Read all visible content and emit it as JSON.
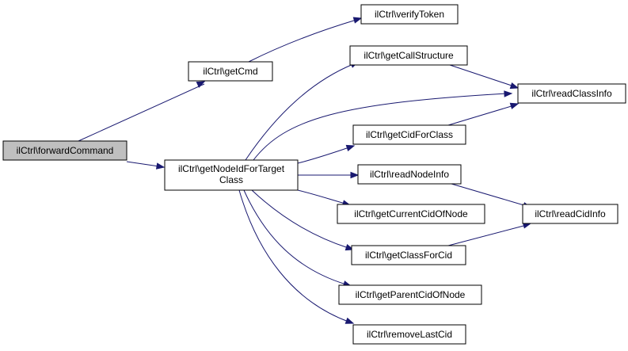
{
  "colors": {
    "edge": "#191970",
    "root_fill": "#bfbfbf",
    "node_fill": "#ffffff",
    "node_border": "#000000"
  },
  "nodes": {
    "forwardCommand": {
      "lines": [
        "ilCtrl\\forwardCommand"
      ],
      "highlighted": true
    },
    "getCmd": {
      "lines": [
        "ilCtrl\\getCmd"
      ]
    },
    "verifyToken": {
      "lines": [
        "ilCtrl\\verifyToken"
      ]
    },
    "getNodeIdForTargetClass": {
      "lines": [
        "ilCtrl\\getNodeIdForTarget",
        "Class"
      ]
    },
    "getCallStructure": {
      "lines": [
        "ilCtrl\\getCallStructure"
      ]
    },
    "readClassInfo": {
      "lines": [
        "ilCtrl\\readClassInfo"
      ]
    },
    "getCidForClass": {
      "lines": [
        "ilCtrl\\getCidForClass"
      ]
    },
    "readNodeInfo": {
      "lines": [
        "ilCtrl\\readNodeInfo"
      ]
    },
    "getCurrentCidOfNode": {
      "lines": [
        "ilCtrl\\getCurrentCidOfNode"
      ]
    },
    "readCidInfo": {
      "lines": [
        "ilCtrl\\readCidInfo"
      ]
    },
    "getClassForCid": {
      "lines": [
        "ilCtrl\\getClassForCid"
      ]
    },
    "getParentCidOfNode": {
      "lines": [
        "ilCtrl\\getParentCidOfNode"
      ]
    },
    "removeLastCid": {
      "lines": [
        "ilCtrl\\removeLastCid"
      ]
    }
  },
  "edges": [
    {
      "from": "forwardCommand",
      "to": "getCmd"
    },
    {
      "from": "forwardCommand",
      "to": "getNodeIdForTargetClass"
    },
    {
      "from": "getCmd",
      "to": "verifyToken"
    },
    {
      "from": "getNodeIdForTargetClass",
      "to": "getCallStructure"
    },
    {
      "from": "getNodeIdForTargetClass",
      "to": "readClassInfo"
    },
    {
      "from": "getNodeIdForTargetClass",
      "to": "getCidForClass"
    },
    {
      "from": "getNodeIdForTargetClass",
      "to": "readNodeInfo"
    },
    {
      "from": "getNodeIdForTargetClass",
      "to": "getCurrentCidOfNode"
    },
    {
      "from": "getNodeIdForTargetClass",
      "to": "getClassForCid"
    },
    {
      "from": "getNodeIdForTargetClass",
      "to": "getParentCidOfNode"
    },
    {
      "from": "getNodeIdForTargetClass",
      "to": "removeLastCid"
    },
    {
      "from": "getCallStructure",
      "to": "readClassInfo"
    },
    {
      "from": "getCidForClass",
      "to": "readClassInfo"
    },
    {
      "from": "readNodeInfo",
      "to": "readCidInfo"
    },
    {
      "from": "getClassForCid",
      "to": "readCidInfo"
    }
  ]
}
